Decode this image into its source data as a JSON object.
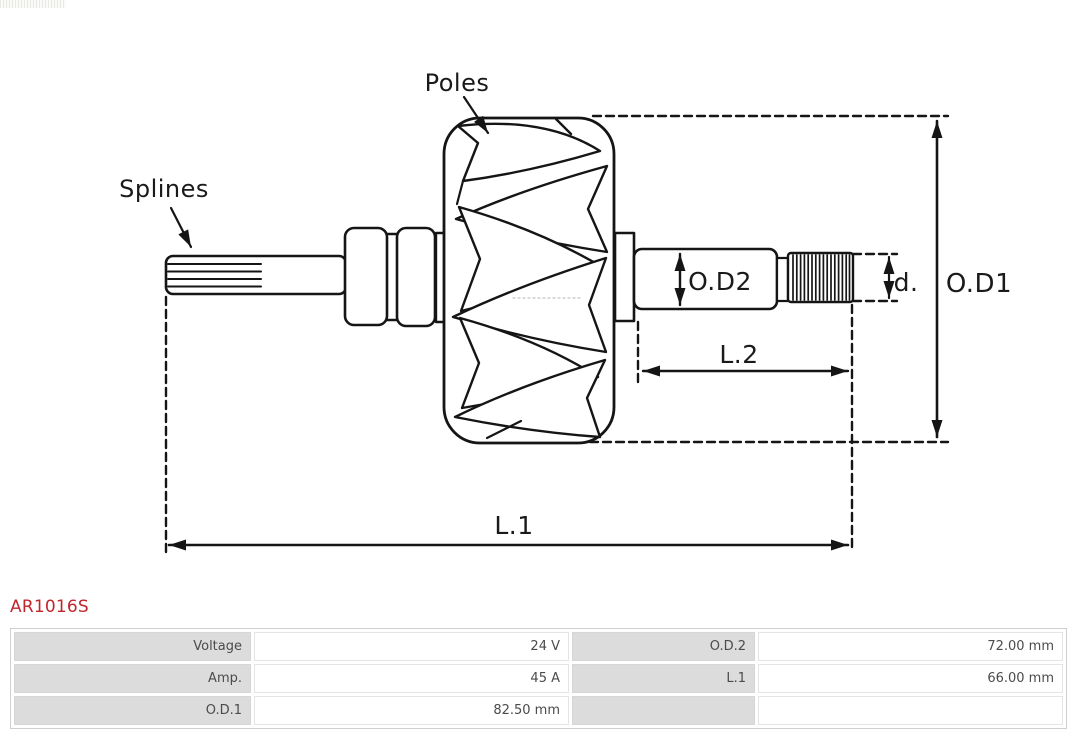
{
  "colors": {
    "part_number_red": "#c0262c",
    "table_label_bg": "#dcdcdc",
    "table_border": "#cfcfcf",
    "drawing_line": "#151515"
  },
  "drawing": {
    "poles_label": "Poles",
    "splines_label": "Splines",
    "od2_label": "O.D2",
    "d_label": "d.",
    "od1_label": "O.D1",
    "l2_label": "L.2",
    "l1_label": "L.1"
  },
  "part_number": "AR1016S",
  "spec_table": {
    "rows": [
      {
        "c1_label": "Voltage",
        "c1_value": "24 V",
        "c2_label": "O.D.2",
        "c2_value": "72.00 mm"
      },
      {
        "c1_label": "Amp.",
        "c1_value": "45 A",
        "c2_label": "L.1",
        "c2_value": "66.00 mm"
      },
      {
        "c1_label": "O.D.1",
        "c1_value": "82.50 mm",
        "c2_label": "",
        "c2_value": ""
      }
    ]
  }
}
